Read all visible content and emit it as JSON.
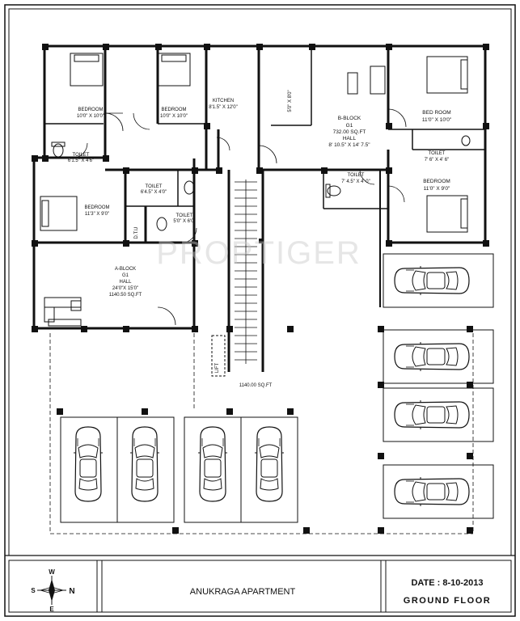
{
  "watermark": "PROPTIGER",
  "rooms": {
    "bedroom1": {
      "name": "BEDROOM",
      "size": "10'0\" X 10'0\""
    },
    "bedroom2": {
      "name": "BEDROOM",
      "size": "10'0\" X 10'0\""
    },
    "kitchen": {
      "name": "KITCHEN",
      "size": "8'1.5\" X 12'0\""
    },
    "kitchen2": {
      "size": "5'0\" X 8'0\""
    },
    "toilet1": {
      "name": "TOILET",
      "size": "6'1.5\" X 4'6\""
    },
    "toilet2": {
      "name": "TOILET",
      "size": "6'4.5\" X 4'0\""
    },
    "toilet3": {
      "name": "TOILET",
      "size": "5'0\" X 6'0\""
    },
    "duct": "D.T.U",
    "bedroom3": {
      "name": "BEDROOM",
      "size": "11'3\" X 9'0\""
    },
    "a_block": {
      "name": "A-BLOCK",
      "unit": "G1",
      "hall": "HALL",
      "hall_size": "24'0\"X 15'0\"",
      "area": "1140.50 SQ.FT"
    },
    "b_block": {
      "name": "B-BLOCK",
      "unit": "G1",
      "area": "732.00 SQ.FT",
      "hall": "HALL",
      "hall_size": "8' 10.5\" X 14' 7.5\""
    },
    "b_bedroom1": {
      "name": "BED ROOM",
      "size": "11'0\" X 10'0\""
    },
    "b_toilet1": {
      "name": "TOILET",
      "size": "7' 6\" X 4' 6\""
    },
    "b_toilet2": {
      "name": "TOILET",
      "size": "7' 4.5\" X 4' 0\""
    },
    "b_bedroom2": {
      "name": "BEDROOM",
      "size": "11'0\" X 9'0\""
    },
    "lift": "LIFT",
    "parking_area": "1140.00 SQ.FT"
  },
  "compass": {
    "n": "N",
    "s": "S",
    "e": "E",
    "w": "W"
  },
  "title_block": {
    "project": "ANUKRAGA APARTMENT",
    "date": "DATE : 8-10-2013",
    "floor": "GROUND FLOOR"
  }
}
